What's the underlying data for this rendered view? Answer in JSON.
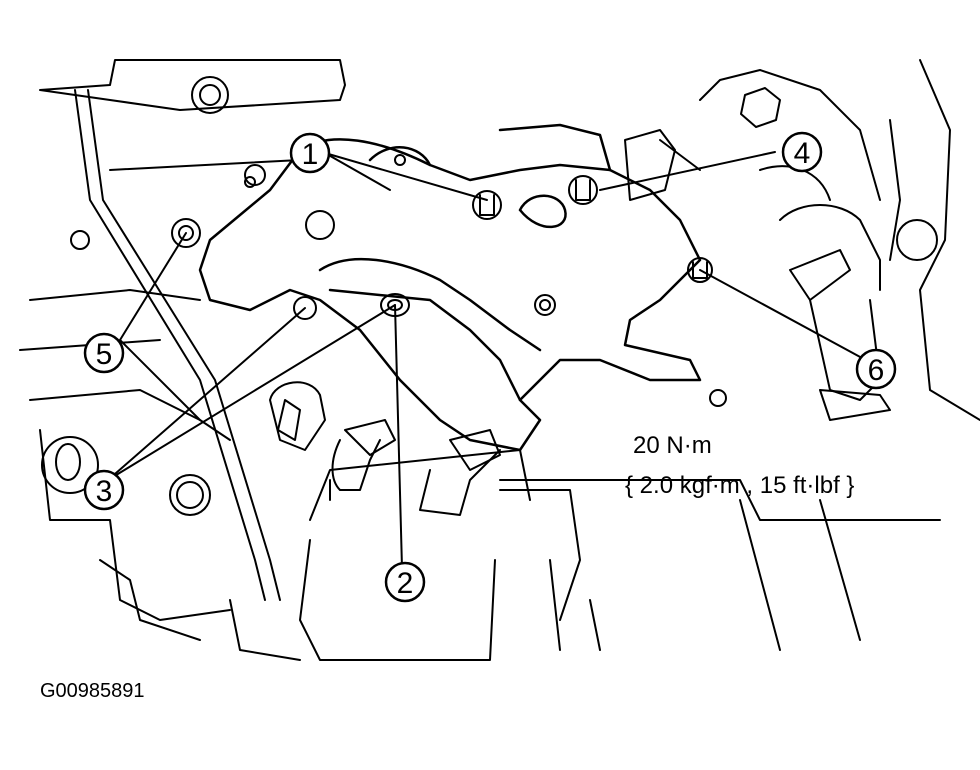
{
  "callouts": [
    {
      "label": "1"
    },
    {
      "label": "2"
    },
    {
      "label": "3"
    },
    {
      "label": "4"
    },
    {
      "label": "5"
    },
    {
      "label": "6"
    }
  ],
  "torque": {
    "value": "20 N·m",
    "alternate": "{ 2.0 kgf·m , 15 ft·lbf }"
  },
  "figure_id": "G00985891"
}
